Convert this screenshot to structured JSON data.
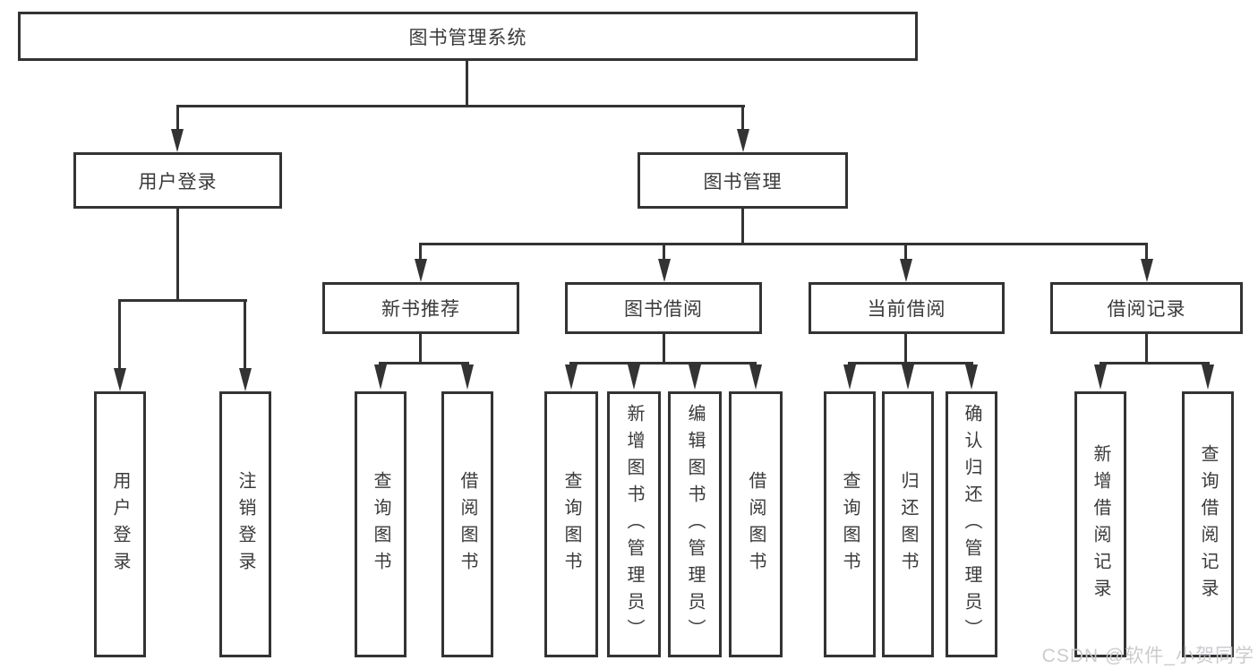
{
  "diagram": {
    "root": "图书管理系统",
    "branches": [
      {
        "label": "用户登录",
        "children": [
          "用户登录",
          "注销登录"
        ]
      },
      {
        "label": "图书管理",
        "children": [
          {
            "label": "新书推荐",
            "children": [
              "查询图书",
              "借阅图书"
            ]
          },
          {
            "label": "图书借阅",
            "children": [
              "查询图书",
              "新增图书（管理员）",
              "编辑图书（管理员）",
              "借阅图书"
            ]
          },
          {
            "label": "当前借阅",
            "children": [
              "查询图书",
              "归还图书",
              "确认归还（管理员）"
            ]
          },
          {
            "label": "借阅记录",
            "children": [
              "新增借阅记录",
              "查询借阅记录"
            ]
          }
        ]
      }
    ]
  },
  "watermark": {
    "text": "CSDN @软件_小贺同学"
  },
  "colors": {
    "line": "#333333",
    "text": "#3a3a3a",
    "background": "#ffffff",
    "watermark": "#c8c8ce"
  }
}
